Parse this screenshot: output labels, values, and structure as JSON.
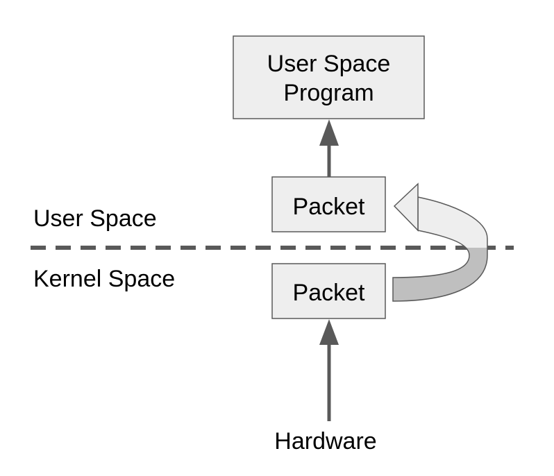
{
  "nodes": {
    "user_program": {
      "line1": "User Space",
      "line2": "Program"
    },
    "packet_user": {
      "label": "Packet"
    },
    "packet_kernel": {
      "label": "Packet"
    }
  },
  "labels": {
    "user_space": "User Space",
    "kernel_space": "Kernel Space",
    "hardware": "Hardware"
  },
  "colors": {
    "box_fill": "#eeeeee",
    "box_stroke": "#595959",
    "arrow": "#595959",
    "curved_arrow_light": "#eeeeee",
    "curved_arrow_dark": "#bfbfbf"
  }
}
